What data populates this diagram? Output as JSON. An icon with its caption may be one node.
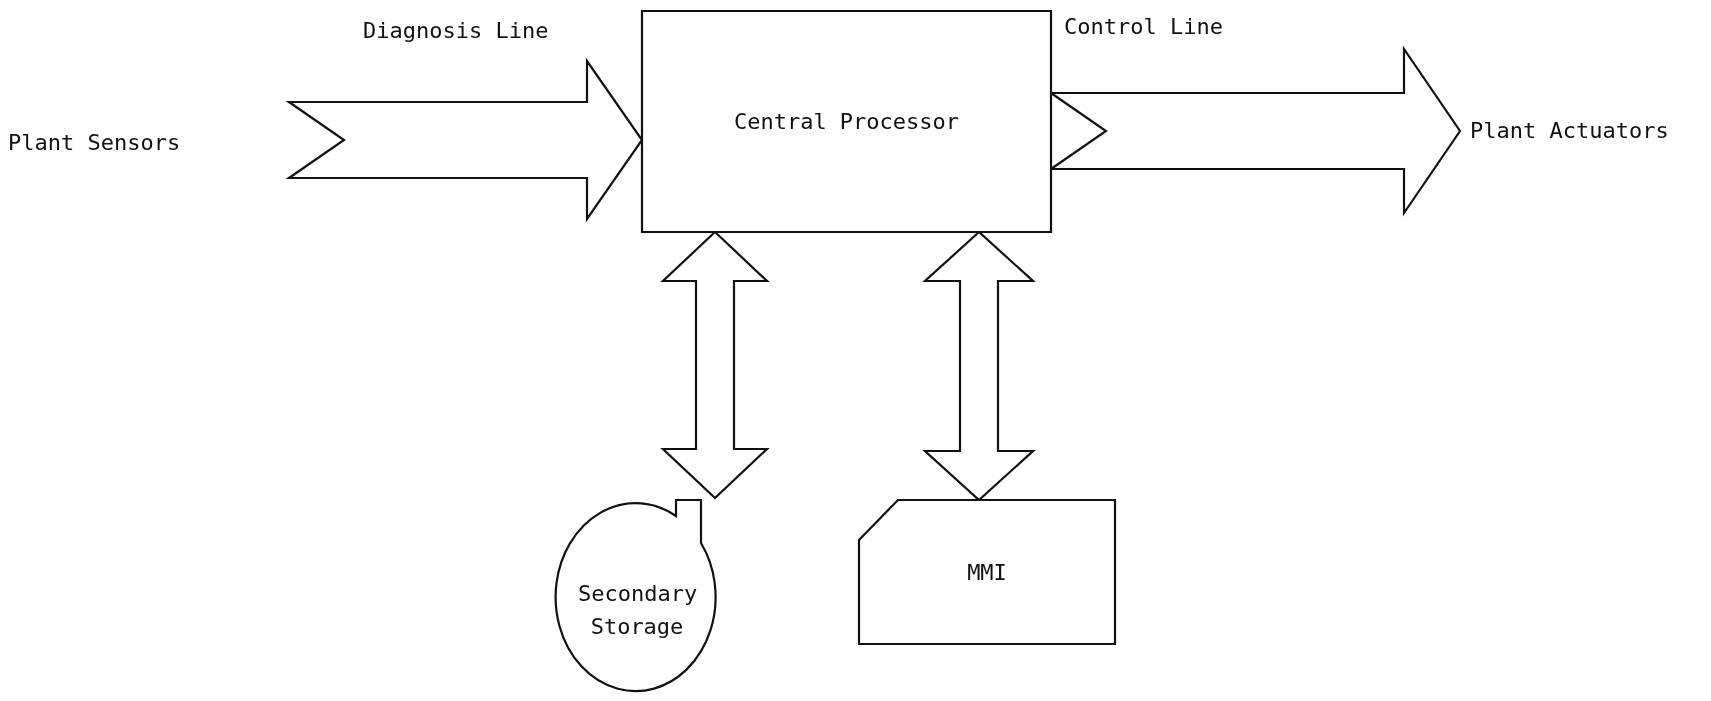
{
  "diagram": {
    "nodes": [
      {
        "text": [
          "Plant Sensors"
        ]
      },
      {
        "text": [
          "Central Processor"
        ]
      },
      {
        "text": [
          "Plant Actuators"
        ]
      },
      {
        "text": [
          "Secondary Storage"
        ]
      },
      {
        "text": [
          "MMI"
        ]
      }
    ],
    "edges": [
      {
        "from": 0,
        "to": 1,
        "arrow": "to",
        "label": "Diagnosis Line"
      },
      {
        "from": 1,
        "to": 2,
        "arrow": "to",
        "label": "Control Line"
      },
      {
        "from": 1,
        "to": 3,
        "arrow": "both"
      },
      {
        "from": 1,
        "to": 4,
        "arrow": "both"
      }
    ]
  }
}
